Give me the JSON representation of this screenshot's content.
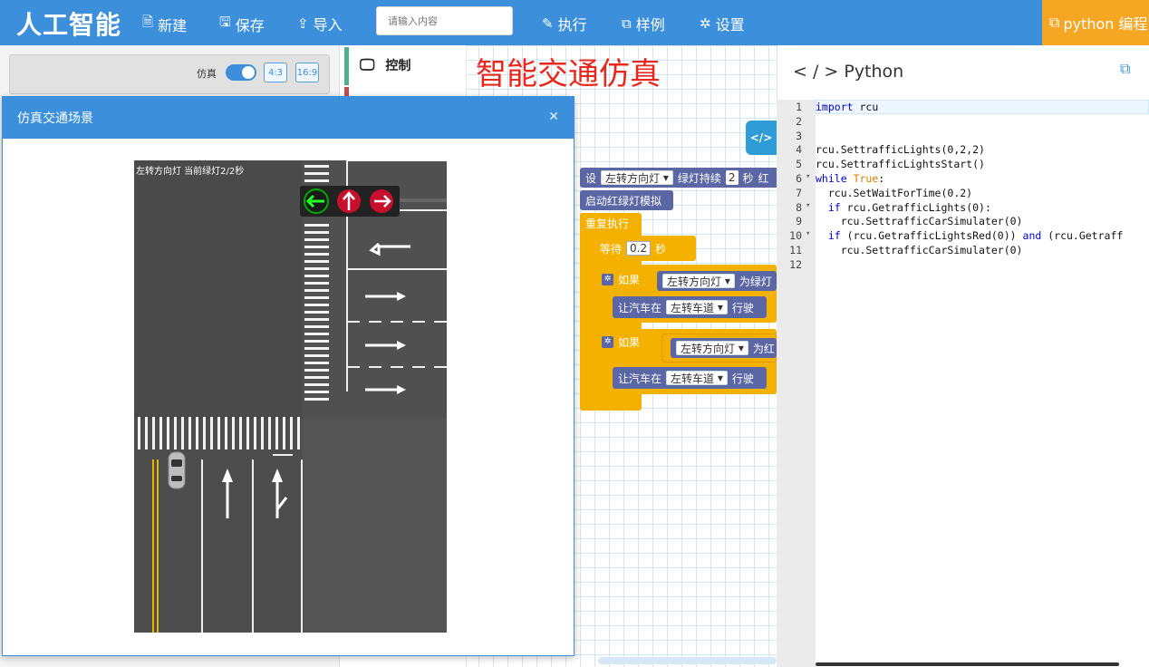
{
  "app": {
    "title": "人工智能"
  },
  "toolbar": {
    "new_label": "新建",
    "save_label": "保存",
    "import_label": "导入",
    "search_placeholder": "请输入内容",
    "run_label": "执行",
    "examples_label": "样例",
    "settings_label": "设置",
    "python_label": "python 编程"
  },
  "simulator": {
    "toggle_label": "仿真",
    "toggle_on": true,
    "ratio_4_3": "4:3",
    "ratio_16_9": "16:9",
    "dialog_title": "仿真交通场景",
    "scene_caption": "左转方向灯 当前绿灯2/2秒"
  },
  "category": {
    "control_label": "控制"
  },
  "workspace": {
    "title": "智能交通仿真"
  },
  "blocks": {
    "set_prefix": "设",
    "set_light": "左转方向灯",
    "set_green": "绿灯持续",
    "set_green_val": "2",
    "set_unit": "秒",
    "set_red_tail": "红",
    "start_sim": "启动红绿灯模拟",
    "repeat": "重复执行",
    "wait": "等待",
    "wait_val": "0.2",
    "wait_unit": "秒",
    "if_label": "如果",
    "if1_light": "左转方向灯",
    "if1_cond": "为绿灯",
    "car1_label": "让汽车在",
    "car1_lane": "左转车道",
    "car1_drive": "行驶",
    "if2_light": "左转方向灯",
    "if2_cond": "为红",
    "car2_label": "让汽车在",
    "car2_lane": "左转车道",
    "car2_drive": "行驶"
  },
  "code_panel": {
    "title": "< / > Python",
    "lines": [
      {
        "n": "1",
        "fold": "",
        "code": "import rcu"
      },
      {
        "n": "2",
        "fold": "",
        "code": ""
      },
      {
        "n": "3",
        "fold": "",
        "code": ""
      },
      {
        "n": "4",
        "fold": "",
        "code": "rcu.SettrafficLights(0,2,2)"
      },
      {
        "n": "5",
        "fold": "",
        "code": "rcu.SettrafficLightsStart()"
      },
      {
        "n": "6",
        "fold": "▾",
        "code": "while True:"
      },
      {
        "n": "7",
        "fold": "",
        "code": "  rcu.SetWaitForTime(0.2)"
      },
      {
        "n": "8",
        "fold": "▾",
        "code": "  if rcu.GetrafficLights(0):"
      },
      {
        "n": "9",
        "fold": "",
        "code": "    rcu.SettrafficCarSimulater(0)"
      },
      {
        "n": "10",
        "fold": "▾",
        "code": "  if (rcu.GetrafficLightsRed(0)) and (rcu.Getraff"
      },
      {
        "n": "11",
        "fold": "",
        "code": "    rcu.SettrafficCarSimulater(0)"
      },
      {
        "n": "12",
        "fold": "",
        "code": ""
      }
    ]
  },
  "colors": {
    "primary": "#3c8fdb",
    "accent": "#f5a623",
    "title_red": "#e8281c",
    "block_blue": "#5b67a5",
    "block_orange": "#f5b100"
  }
}
